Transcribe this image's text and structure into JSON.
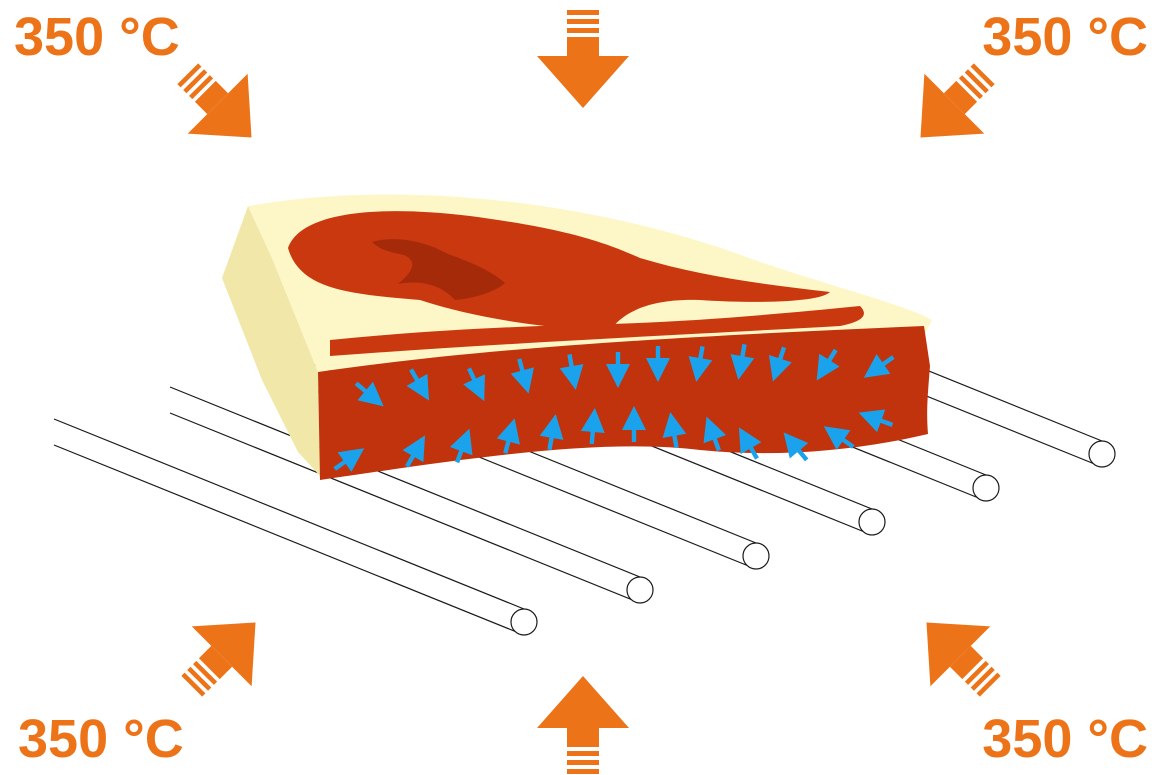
{
  "labels": {
    "top_left": "350 °C",
    "top_right": "350 °C",
    "bottom_left": "350 °C",
    "bottom_right": "350 °C"
  },
  "colors": {
    "heat_arrow": "#ec7318",
    "inner_arrow": "#1aa3ec",
    "meat_side": "#c0330c",
    "meat_lean": "#c9380f",
    "meat_vein": "#a52a0a",
    "fat": "#fdf7c8",
    "fat_edge": "#f1e7a9",
    "grill_bar": "#1a1a1a"
  },
  "icons": {
    "heat_arrow": "thick-arrow-with-stripes",
    "inner_arrow": "small-arrow",
    "grill": "grill-bars",
    "meat": "steak-cross-section"
  }
}
